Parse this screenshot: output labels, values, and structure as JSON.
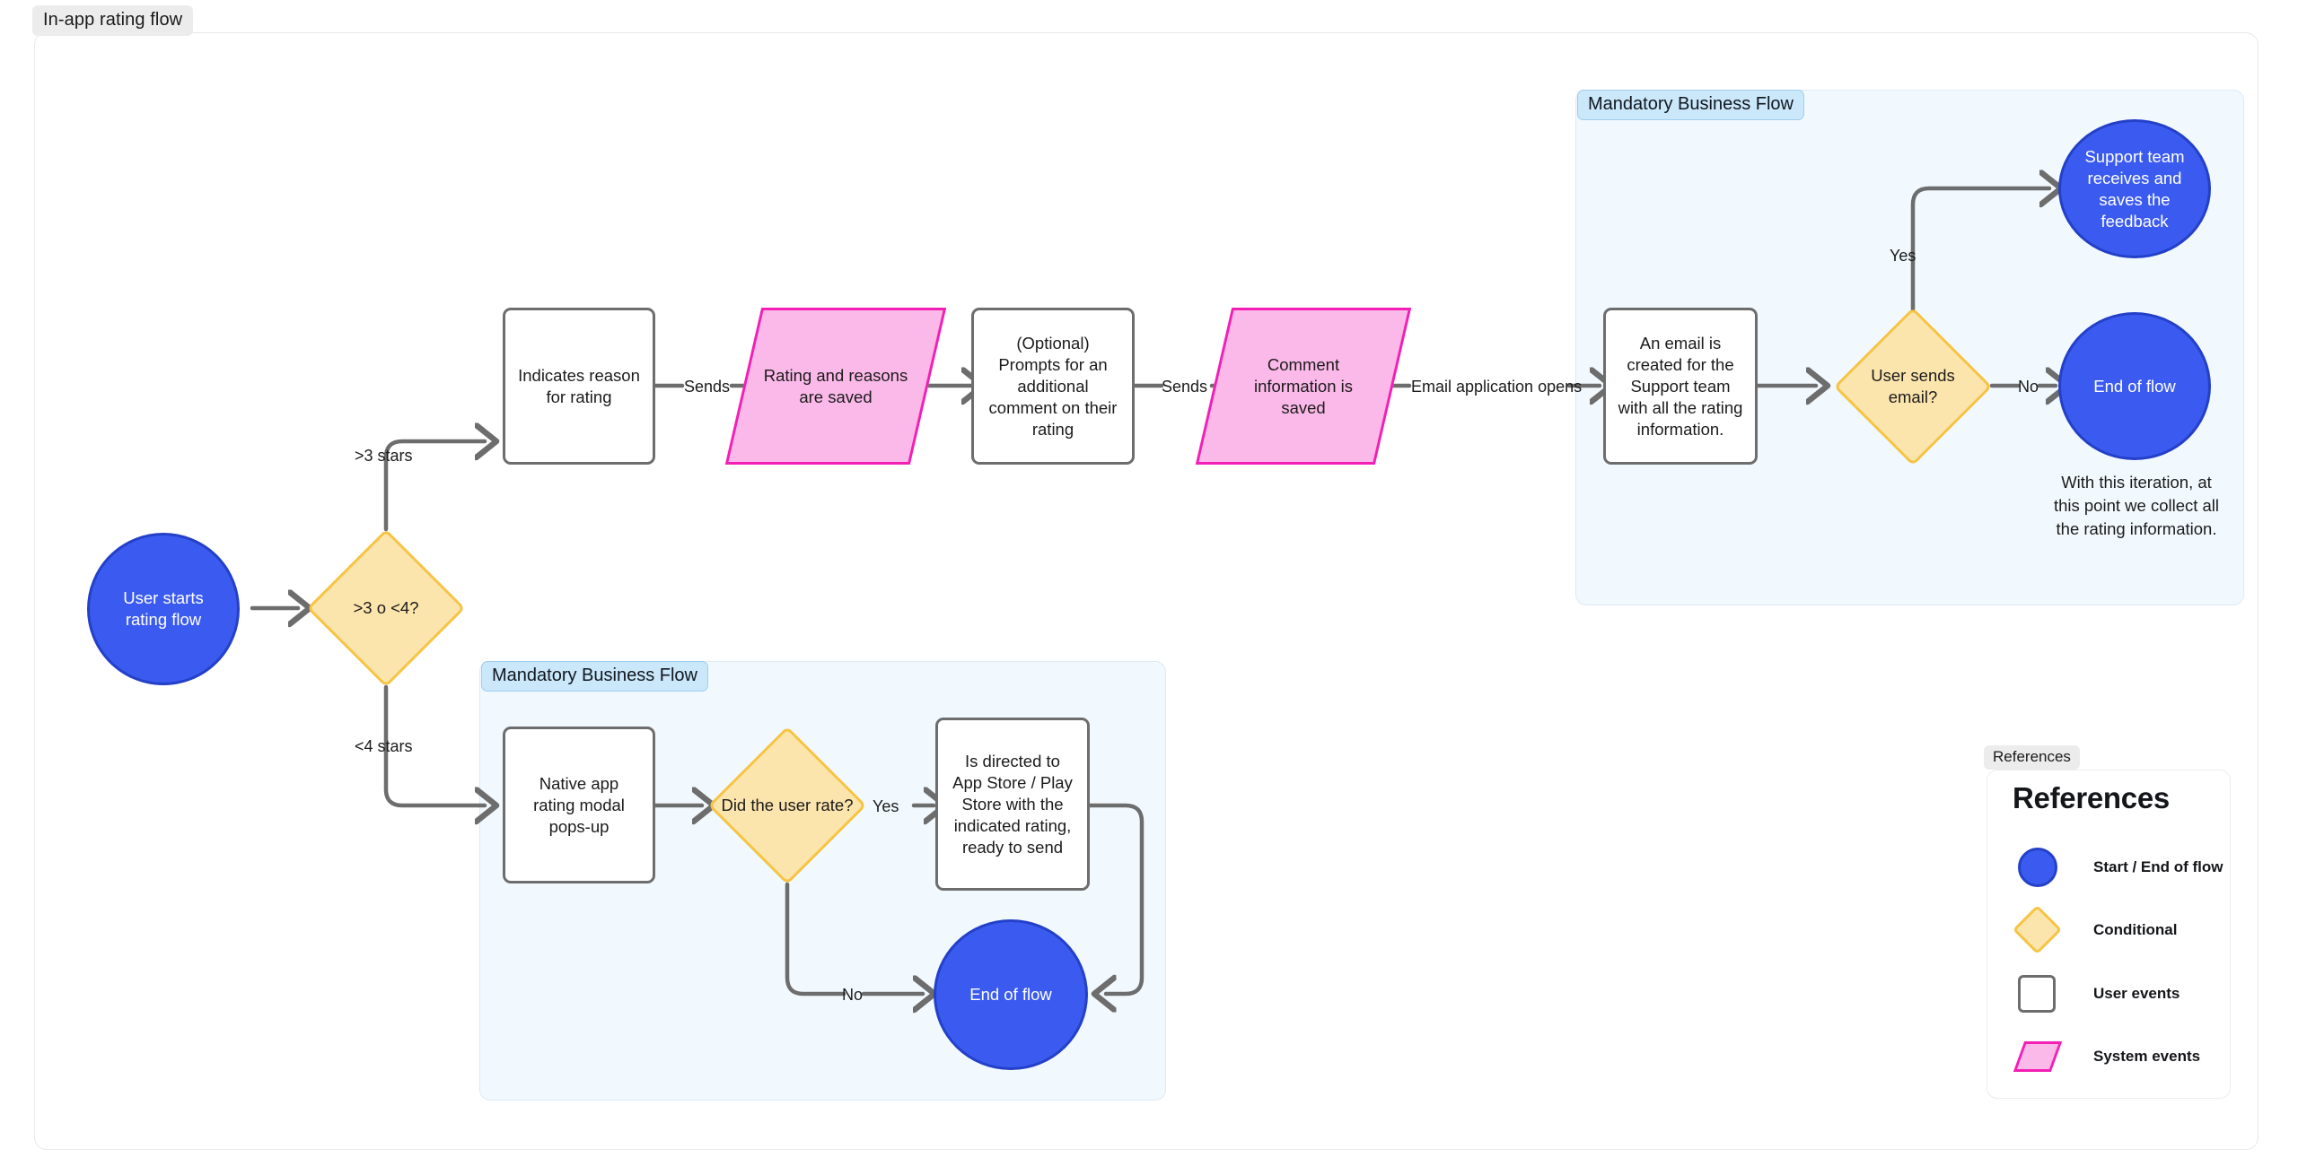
{
  "frame": {
    "tag": "In-app rating flow"
  },
  "groups": [
    {
      "name": "group-right",
      "label": "Mandatory Business Flow"
    },
    {
      "name": "group-bottom",
      "label": "Mandatory Business Flow"
    }
  ],
  "nodes": {
    "start": {
      "label": "User starts rating flow",
      "type": "start-end"
    },
    "rating_decision": {
      "label": ">3 o <4?",
      "type": "conditional"
    },
    "indicates_reason": {
      "label": "Indicates reason for rating",
      "type": "user-event"
    },
    "rating_saved": {
      "label": "Rating and reasons are saved",
      "type": "system-event"
    },
    "optional_prompt": {
      "label": "(Optional) Prompts for an additional comment on their rating",
      "type": "user-event"
    },
    "comment_saved": {
      "label": "Comment information is saved",
      "type": "system-event"
    },
    "email_created": {
      "label": "An email is created for the Support team with all the rating information.",
      "type": "user-event"
    },
    "user_sends_email": {
      "label": "User sends email?",
      "type": "conditional"
    },
    "support_team": {
      "label": "Support team receives and saves the feedback",
      "type": "start-end"
    },
    "end_of_flow_right": {
      "label": "End of flow",
      "type": "start-end"
    },
    "native_modal": {
      "label": "Native app rating modal pops-up",
      "type": "user-event"
    },
    "did_user_rate": {
      "label": "Did the user rate?",
      "type": "conditional"
    },
    "directed_store": {
      "label": "Is directed to App Store / Play Store with the indicated rating, ready to send",
      "type": "user-event"
    },
    "end_of_flow_bottom": {
      "label": "End of flow",
      "type": "start-end"
    }
  },
  "edge_labels": {
    "gt3_stars": ">3 stars",
    "lt4_stars": "<4 stars",
    "sends_1": "Sends",
    "sends_2": "Sends",
    "email_app_opens": "Email application opens",
    "yes_top": "Yes",
    "no_right": "No",
    "yes_bottom": "Yes",
    "no_bottom": "No"
  },
  "notes": {
    "right_note": "With this iteration, at this point we collect all the rating information."
  },
  "legend": {
    "tag": "References",
    "title": "References",
    "items": [
      {
        "shape": "circle",
        "label": "Start / End of flow"
      },
      {
        "shape": "diamond",
        "label": "Conditional"
      },
      {
        "shape": "box",
        "label": "User events"
      },
      {
        "shape": "parallelogram",
        "label": "System events"
      }
    ]
  },
  "colors": {
    "start_end_fill": "#3b5bf0",
    "start_end_stroke": "#2440c8",
    "conditional_fill": "#fce5ad",
    "conditional_stroke": "#f6c445",
    "user_event_fill": "#ffffff",
    "user_event_stroke": "#6d6d6d",
    "system_event_fill": "#fbb9e9",
    "system_event_stroke": "#f31fb5",
    "group_fill": "#f2f9fe",
    "group_tag_fill": "#cbe7fa",
    "connector": "#6d6d6d"
  }
}
